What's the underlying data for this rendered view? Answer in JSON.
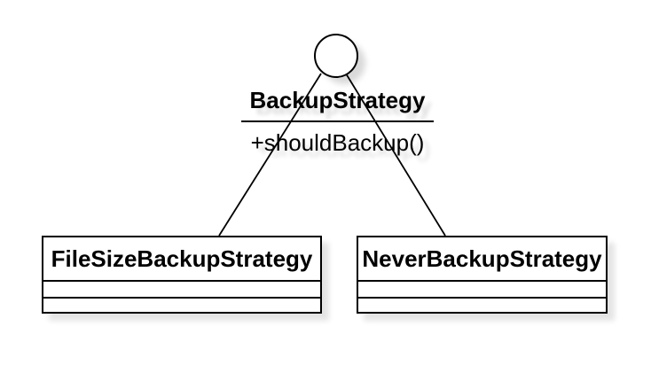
{
  "interface": {
    "name": "BackupStrategy",
    "method": "+shouldBackup()"
  },
  "classes": [
    {
      "name": "FileSizeBackupStrategy"
    },
    {
      "name": "NeverBackupStrategy"
    }
  ],
  "colors": {
    "stroke": "#000000",
    "node_fill": "#ffffff",
    "background": "#ffffff",
    "shadow": "#d9d9d9"
  }
}
